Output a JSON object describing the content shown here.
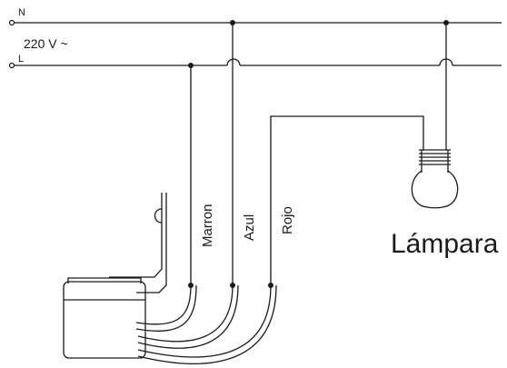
{
  "supply": {
    "neutral_label": "N",
    "line_label": "L",
    "voltage_label": "220 V ~"
  },
  "wires": {
    "marron": "Marron",
    "azul": "Azul",
    "rojo": "Rojo"
  },
  "lamp": {
    "label": "Lámpara"
  }
}
